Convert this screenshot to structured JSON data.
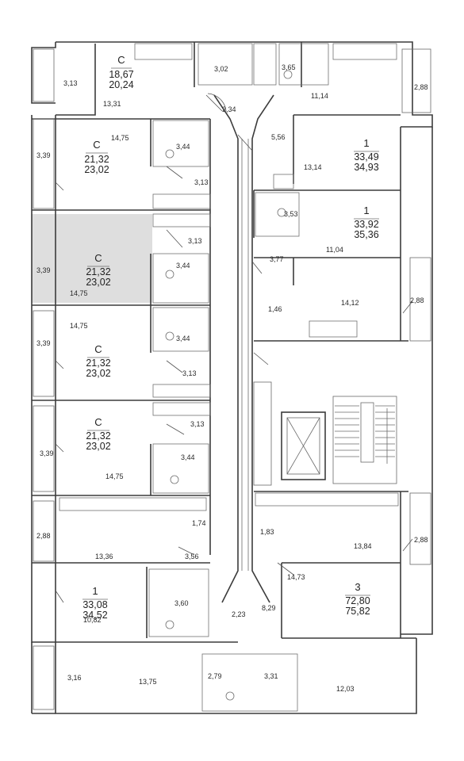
{
  "colors": {
    "wall": "#3c3c3c",
    "highlight": "#dedede",
    "text": "#2a2a2a"
  },
  "apartments": [
    {
      "id": "apt-c-1867",
      "type": "С",
      "living": "18,67",
      "total": "20,24"
    },
    {
      "id": "apt-c-2132-a",
      "type": "С",
      "living": "21,32",
      "total": "23,02"
    },
    {
      "id": "apt-c-2132-b",
      "type": "С",
      "living": "21,32",
      "total": "23,02",
      "highlighted": true
    },
    {
      "id": "apt-c-2132-c",
      "type": "С",
      "living": "21,32",
      "total": "23,02"
    },
    {
      "id": "apt-c-2132-d",
      "type": "С",
      "living": "21,32",
      "total": "23,02"
    },
    {
      "id": "apt-1-3308",
      "type": "1",
      "living": "33,08",
      "total": "34,52"
    },
    {
      "id": "apt-1-3349",
      "type": "1",
      "living": "33,49",
      "total": "34,93"
    },
    {
      "id": "apt-1-3392",
      "type": "1",
      "living": "33,92",
      "total": "35,36"
    },
    {
      "id": "apt-3-7280",
      "type": "3",
      "living": "72,80",
      "total": "75,82"
    }
  ],
  "room_areas": [
    "3,13",
    "13,31",
    "3,02",
    "3,65",
    "2,34",
    "11,14",
    "2,88",
    "5,56",
    "13,14",
    "14,75",
    "3,39",
    "3,44",
    "3,13",
    "3,39",
    "3,13",
    "3,44",
    "14,75",
    "3,53",
    "3,77",
    "11,04",
    "14,75",
    "3,39",
    "3,44",
    "1,46",
    "14,12",
    "2,88",
    "3,13",
    "3,39",
    "3,13",
    "3,44",
    "14,75",
    "2,88",
    "1,74",
    "13,36",
    "1,83",
    "13,84",
    "2,88",
    "3,56",
    "14,73",
    "3,60",
    "2,23",
    "8,29",
    "10,82",
    "3,16",
    "13,75",
    "2,79",
    "3,31",
    "12,03"
  ]
}
